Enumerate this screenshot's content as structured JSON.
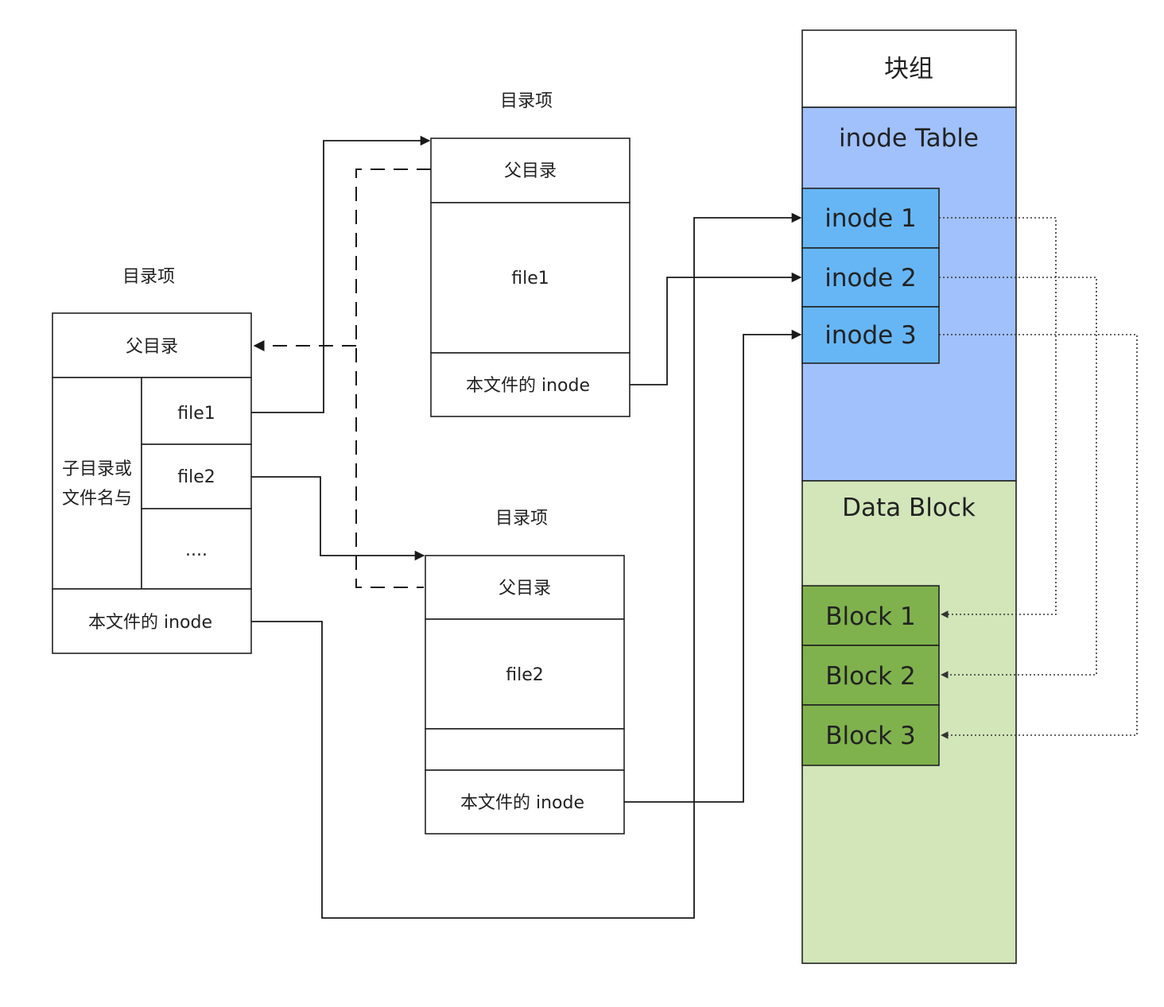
{
  "left_dir": {
    "header": "目录项",
    "parent": "父目录",
    "side_label_line1": "子目录或",
    "side_label_line2": "文件名与",
    "file1": "file1",
    "file2": "file2",
    "more": "....",
    "own_inode": "本文件的 inode"
  },
  "dir_file1": {
    "header": "目录项",
    "parent": "父目录",
    "name": "file1",
    "own_inode": "本文件的 inode"
  },
  "dir_file2": {
    "header": "目录项",
    "parent": "父目录",
    "name": "file2",
    "own_inode": "本文件的 inode"
  },
  "block_group": {
    "title": "块组",
    "inode_table_label": "inode Table",
    "inodes": [
      "inode 1",
      "inode 2",
      "inode 3"
    ],
    "data_block_label": "Data Block",
    "blocks": [
      "Block 1",
      "Block 2",
      "Block 3"
    ]
  },
  "colors": {
    "inode_table": "#a0c1fc",
    "inode_cell": "#66b6f6",
    "data_block": "#d2e6b9",
    "block_cell": "#7fb24c",
    "outline": "#222222"
  }
}
